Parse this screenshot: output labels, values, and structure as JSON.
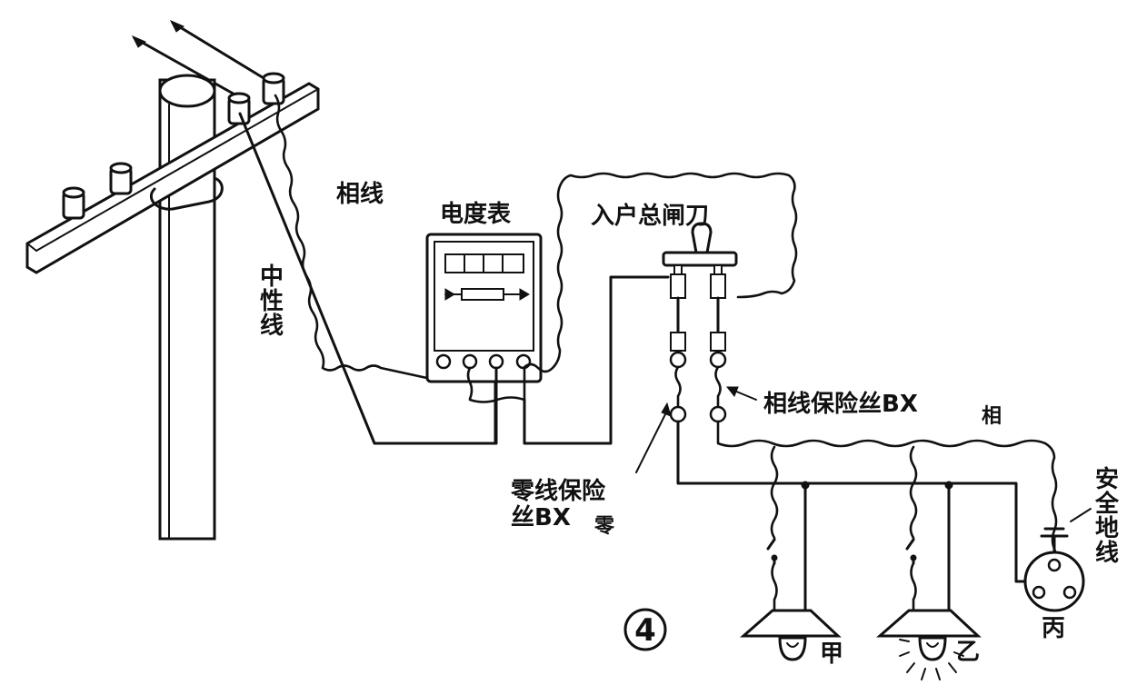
{
  "labels": {
    "phase_wire": "相线",
    "neutral_wire_1": "中",
    "neutral_wire_2": "性",
    "neutral_wire_3": "线",
    "meter": "电度表",
    "main_switch": "入户总闸刀",
    "phase_fuse": "相线保险丝BX",
    "phase_fuse_sub": "相",
    "neutral_fuse_1": "零线保险",
    "neutral_fuse_2": "丝BX",
    "neutral_fuse_sub": "零",
    "ground_1": "安",
    "ground_2": "全",
    "ground_3": "地",
    "ground_4": "线",
    "lamp_a": "甲",
    "lamp_b": "乙",
    "socket_c": "丙",
    "figure_number": "4"
  }
}
